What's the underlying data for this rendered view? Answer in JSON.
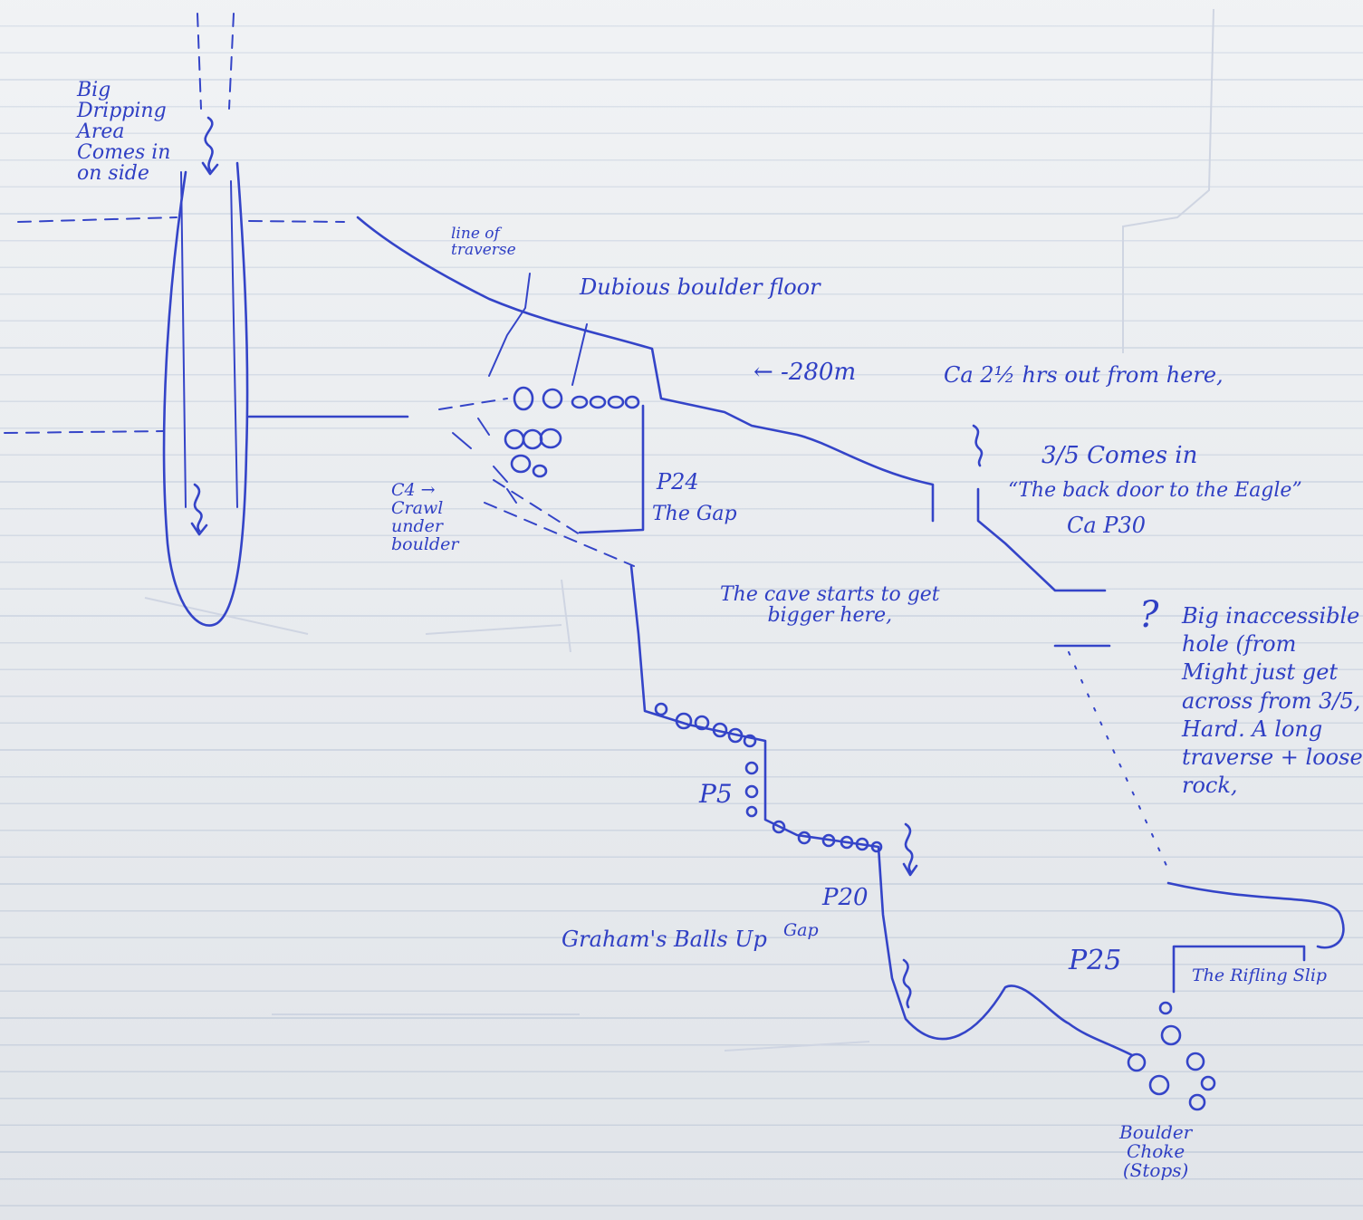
{
  "labels": {
    "big_dripping": "Big\nDripping\nArea\nComes in\non side",
    "line_of_traverse": "line of\ntraverse",
    "dubious": "Dubious boulder floor",
    "depth": "← -280m",
    "hours_out": "Ca 2½ hrs out from here,",
    "three_five_comes_in": "3/5 Comes in",
    "back_door": "“The back door to the Eagle”",
    "ca_p30": "Ca P30",
    "c4_crawl": "C4 →\nCrawl\nunder\nboulder",
    "p24": "P24",
    "the_gap": "The Gap",
    "cave_gets_bigger": "The cave starts to get\nbigger here,",
    "question_mark": "?",
    "big_inaccessible": "Big inaccessible\nhole (from\nMight just get\nacross from 3/5,\nHard. A long\ntraverse + loose\nrock,",
    "p5": "P5",
    "p20": "P20",
    "gap2": "Gap",
    "grahams_balls_up": "Graham's Balls Up",
    "p25": "P25",
    "rifling_slip": "The Rifling Slip",
    "boulder_choke": "Boulder\nChoke\n(Stops)"
  },
  "colors": {
    "ink": "#3444c8",
    "paper": "#e9ecef",
    "rule_line": "#c9d2df"
  }
}
